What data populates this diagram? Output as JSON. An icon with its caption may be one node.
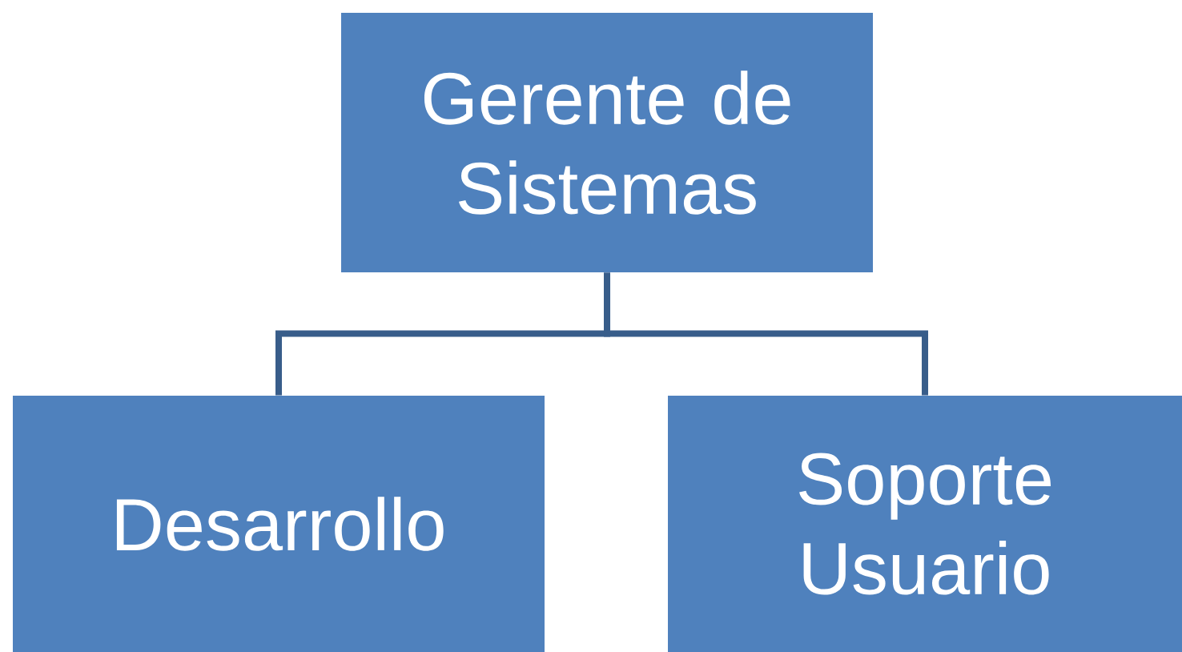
{
  "diagram": {
    "nodes": [
      {
        "text": [
          "Gerente de Sistemas"
        ]
      },
      {
        "text": [
          "Desarrollo"
        ]
      },
      {
        "text": [
          "Soporte Usuario"
        ]
      }
    ],
    "edges": [
      {
        "from": 0,
        "to": 1,
        "arrow": "none"
      },
      {
        "from": 0,
        "to": 2,
        "arrow": "none"
      }
    ]
  }
}
